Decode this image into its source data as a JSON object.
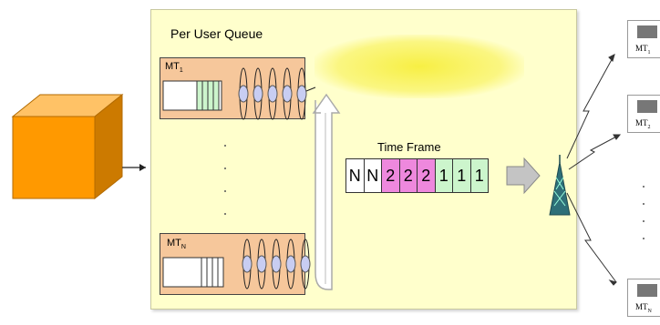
{
  "panel": {
    "title": "Per User Queue"
  },
  "queues": [
    {
      "label": "MT",
      "sub": "1",
      "slot_color": "#ccf5cc"
    },
    {
      "label": "MT",
      "sub": "N",
      "slot_color": "#ffffff"
    }
  ],
  "time_frame": {
    "label": "Time Frame",
    "slots": [
      {
        "text": "N",
        "color": "#ffffff"
      },
      {
        "text": "N",
        "color": "#ffffff"
      },
      {
        "text": "2",
        "color": "#ee88dd"
      },
      {
        "text": "2",
        "color": "#ee88dd"
      },
      {
        "text": "2",
        "color": "#ee88dd"
      },
      {
        "text": "1",
        "color": "#ccf5cc"
      },
      {
        "text": "1",
        "color": "#ccf5cc"
      },
      {
        "text": "1",
        "color": "#ccf5cc"
      }
    ]
  },
  "terminals": [
    {
      "label": "MT",
      "sub": "1"
    },
    {
      "label": "MT",
      "sub": "2"
    },
    {
      "label": "MT",
      "sub": "N"
    }
  ],
  "colors": {
    "panel_bg": "#ffffcc",
    "queue_bg": "#f6c79b",
    "source_cube": "#ff9900",
    "tower": "#2e6f78"
  },
  "icons": [
    "source-cube-icon",
    "cell-tower-icon",
    "right-arrow-icon",
    "lightning-link-icon"
  ]
}
